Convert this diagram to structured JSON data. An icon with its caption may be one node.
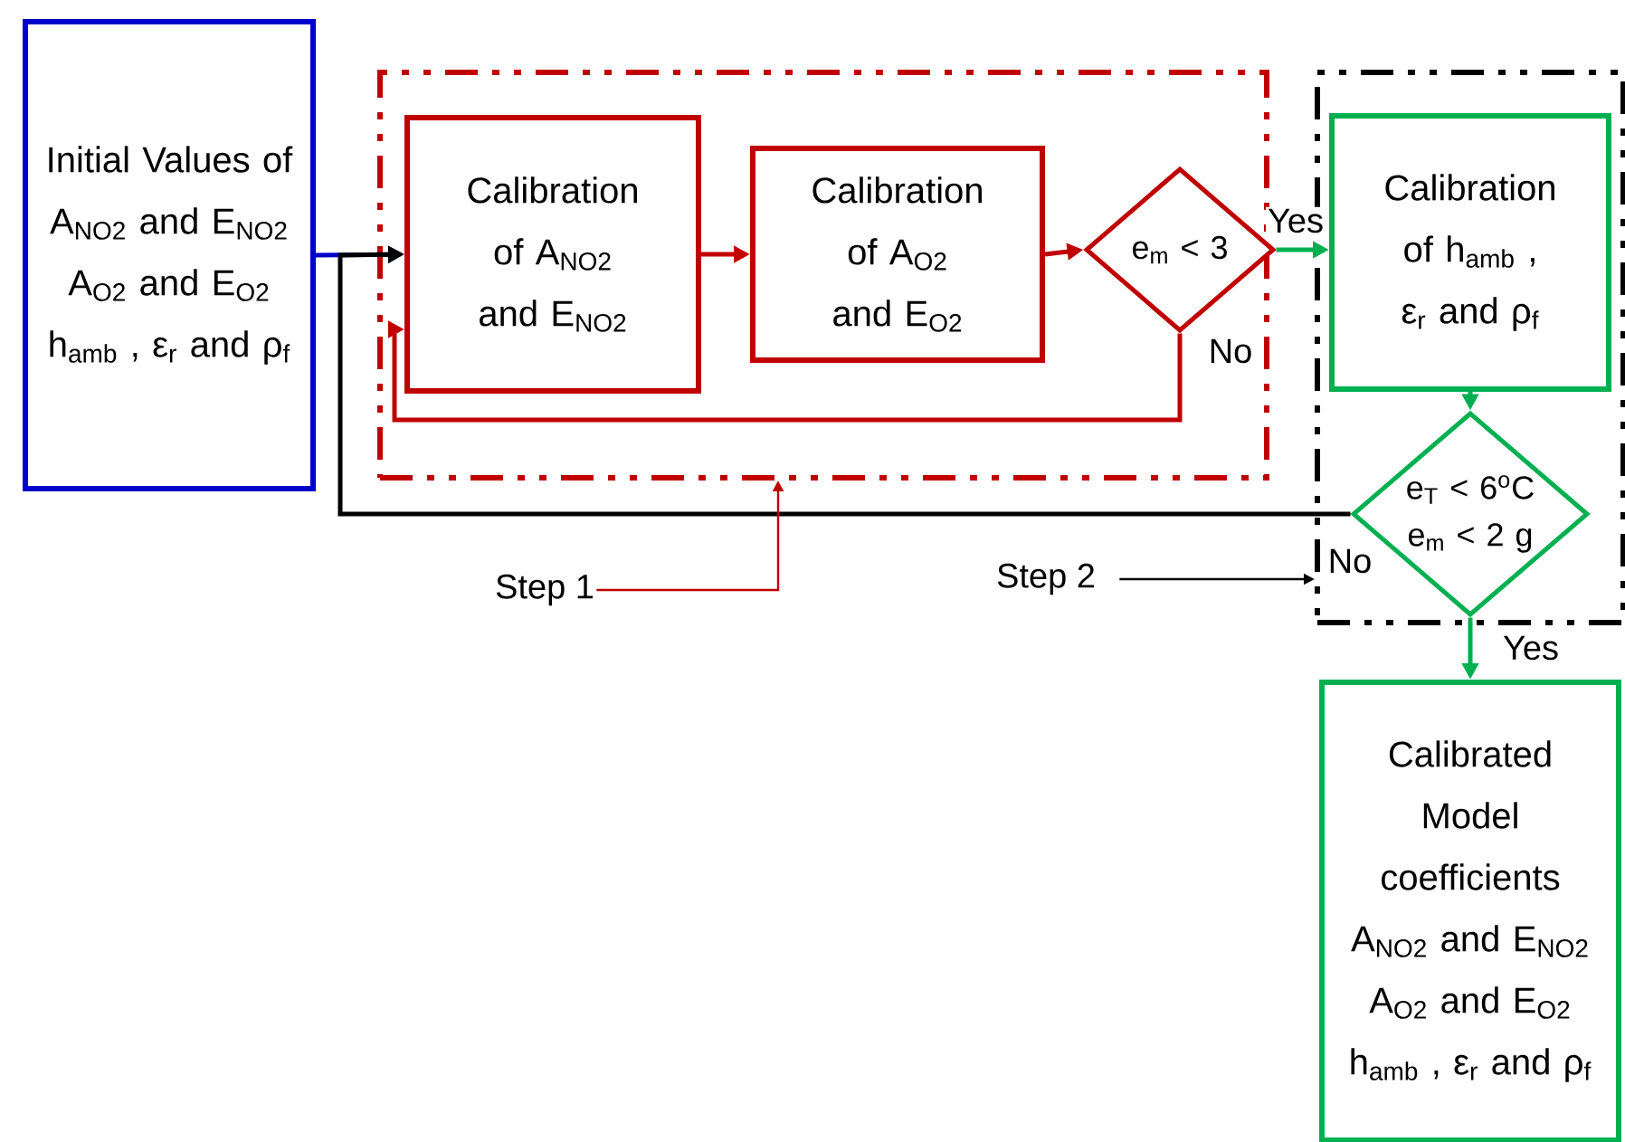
{
  "diagram": {
    "nodes": [
      {
        "text": [
          "Initial Values of A$_{NO2}$ and E$_{NO2}$ A$_{O2}$ and E$_{O2}$ h$_{amb}$ , ε$_{r}$ and ρ$_{f}$"
        ]
      },
      {
        "text": [],
        "shape": "box"
      },
      {
        "text": [
          "Calibration of A$_{NO2}$ and E$_{NO2}$"
        ],
        "in": 1
      },
      {
        "text": [
          "Calibration of A$_{O2}$ and E$_{O2}$"
        ],
        "in": 1
      },
      {
        "text": [
          "e$_{m}$ < 3"
        ],
        "in": 1
      },
      {
        "text": [],
        "shape": "box"
      },
      {
        "text": [
          "Calibration of h$_{amb}$ , ε$_{r}$ and ρ$_{f}$"
        ],
        "in": 5
      },
      {
        "text": [
          "e$_{T}$ < 6$^{o}$C e$_{m}$ < 2 g"
        ],
        "in": 5
      },
      {
        "text": [
          "Calibrated Model coefficients A$_{NO2}$ and E$_{NO2}$ A$_{O2}$ and E$_{O2}$ h$_{amb}$ , ε$_{r}$ and ρ$_{f}$"
        ]
      },
      {
        "text": [
          "Step 1"
        ]
      },
      {
        "text": [
          "Step 2"
        ]
      }
    ],
    "edges": [
      {
        "from": 0,
        "to": 2,
        "arrow": "to",
        "color": "#0000cc"
      },
      {
        "from": 2,
        "to": 3,
        "arrow": "to"
      },
      {
        "from": 3,
        "to": 4,
        "arrow": "to"
      },
      {
        "from": 4,
        "to": 2,
        "arrow": "to",
        "label": "No"
      },
      {
        "from": 4,
        "to": 6,
        "arrow": "to",
        "label": "Yes",
        "color": "#00b050"
      },
      {
        "from": 6,
        "to": 7,
        "arrow": "to",
        "color": "#00b050"
      },
      {
        "from": 7,
        "to": 2,
        "arrow": "to",
        "label": "No",
        "color": "#000000"
      },
      {
        "from": 7,
        "to": 8,
        "arrow": "to",
        "label": "Yes",
        "color": "#00b050"
      },
      {
        "from": 9,
        "to": 1,
        "arrow": "to"
      },
      {
        "from": 10,
        "to": 5,
        "arrow": "to",
        "color": "#000000"
      }
    ]
  }
}
